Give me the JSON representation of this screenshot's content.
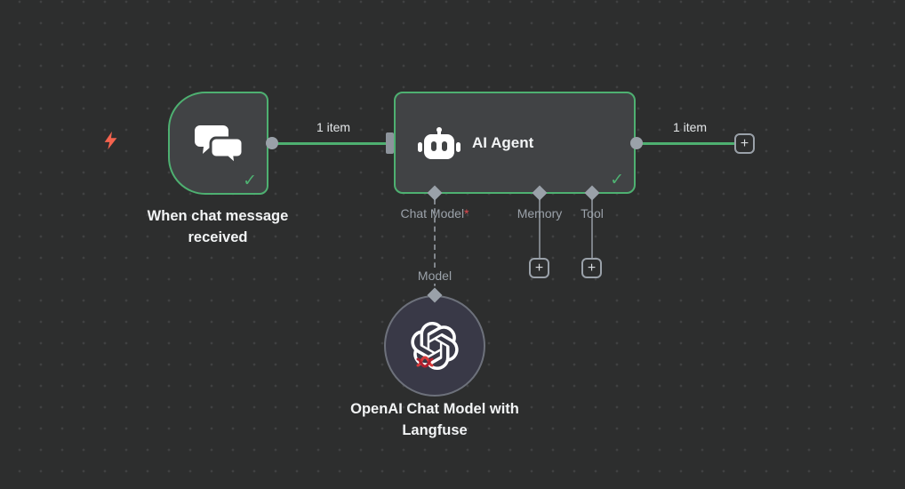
{
  "canvas": {
    "bg_color": "#2d2e2e",
    "dot_color": "#404142",
    "accent_green": "#4eb071",
    "node_bg": "#414345",
    "port_gray": "#9aa1a9",
    "required_red": "#e4494f",
    "bolt_orange": "#f4634e"
  },
  "icons": {
    "check": "✓",
    "plus": "+"
  },
  "trigger": {
    "label": "When chat message received",
    "icon": "chat-bubbles-icon"
  },
  "edge_in": {
    "label": "1 item"
  },
  "edge_out": {
    "label": "1 item"
  },
  "agent": {
    "title": "AI Agent",
    "icon": "robot-icon",
    "ports": {
      "chat_model": {
        "label": "Chat Model",
        "required_mark": "*"
      },
      "memory": {
        "label": "Memory"
      },
      "tool": {
        "label": "Tool"
      }
    }
  },
  "model_edge": {
    "label": "Model"
  },
  "model_node": {
    "label": "OpenAI Chat Model with Langfuse",
    "icon": "openai-logo-icon",
    "badge_icon": "langfuse-badge-icon"
  }
}
